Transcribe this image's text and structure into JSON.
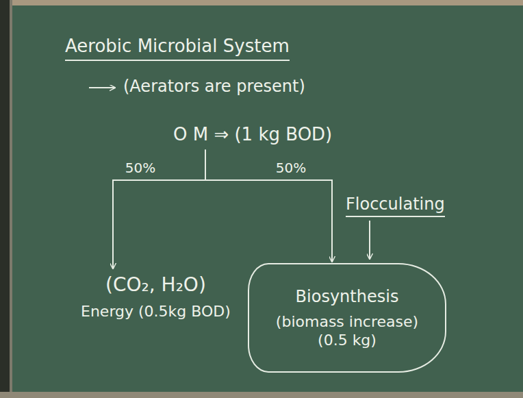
{
  "diagram": {
    "title": "Aerobic Microbial System",
    "nodes": [
      {
        "text": [
          "O M ⇒ (1 kg BOD)"
        ]
      },
      {
        "text": [
          "(CO₂, H₂O)",
          "Energy (0.5kg BOD)"
        ]
      },
      {
        "text": [
          "Biosynthesis",
          "(biomass increase) (0.5 kg)"
        ]
      }
    ],
    "edges": [
      {
        "from": 0,
        "to": 1,
        "arrow": "to",
        "label": "50%"
      },
      {
        "from": 0,
        "to": 2,
        "arrow": "to",
        "label": "50%"
      }
    ],
    "labels": [
      "(Aerators are present)",
      "Flocculating"
    ]
  }
}
